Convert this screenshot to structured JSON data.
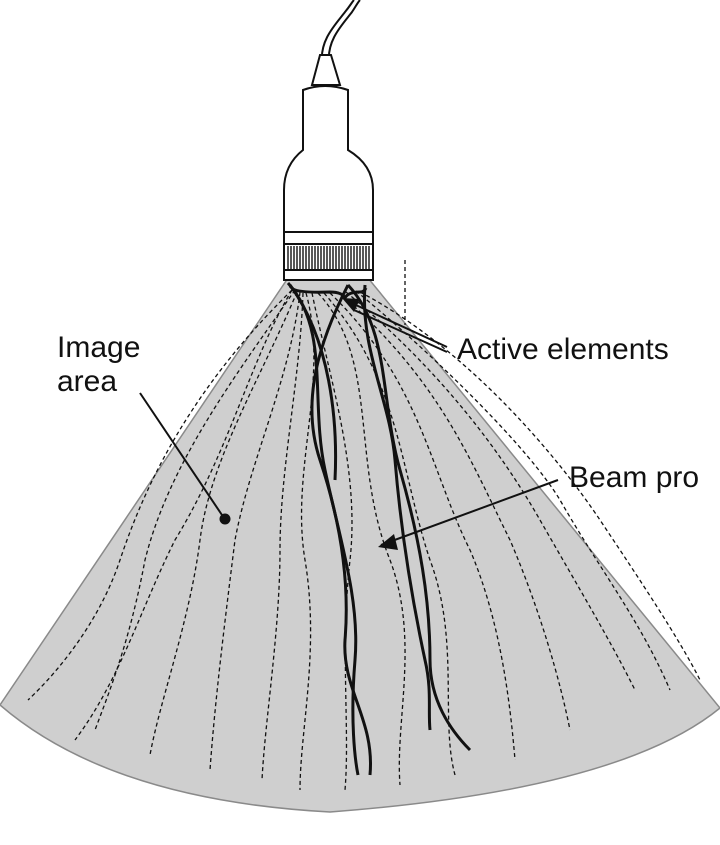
{
  "labels": {
    "image_area_line1": "Image",
    "image_area_line2": "area",
    "active_elements": "Active elements",
    "beam_profile": "Beam pro"
  },
  "colors": {
    "sector_fill": "#cfcfcf",
    "sector_stroke": "#8a8a8a",
    "line": "#111111",
    "probe_fill": "#ffffff"
  },
  "icons": {
    "probe": "ultrasound-transducer-icon"
  }
}
